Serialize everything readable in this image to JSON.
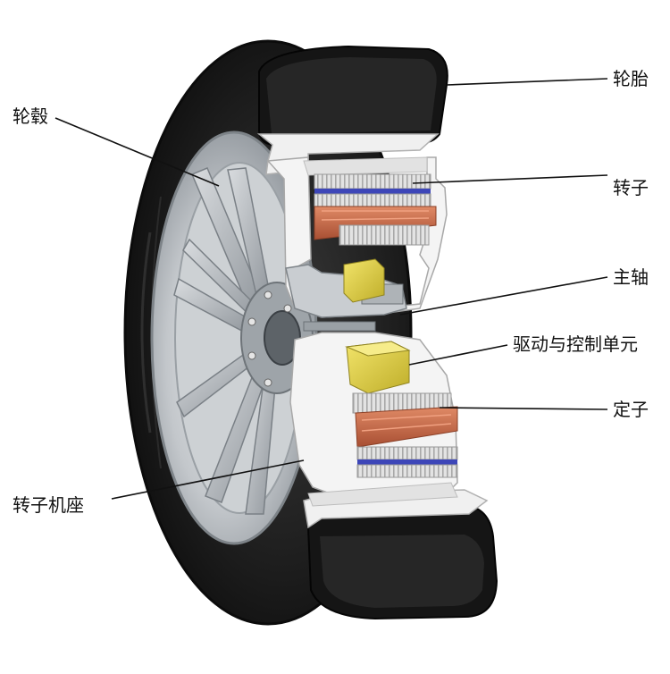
{
  "labels": {
    "tire": "轮胎",
    "hub": "轮毂",
    "rotor": "转子",
    "axle": "主轴",
    "drive_unit": "驱动与控制单元",
    "stator": "定子",
    "rotor_mount": "转子机座"
  },
  "colors": {
    "tire": "#1b1b1b",
    "rim": "#b9bec3",
    "housing": "#f3f3f3",
    "copper": "#c96a4a",
    "lamination": "#d8d8d8",
    "blue_band": "#3d46b8",
    "drive_unit": "#e3d44a",
    "leader_line": "#111111"
  }
}
